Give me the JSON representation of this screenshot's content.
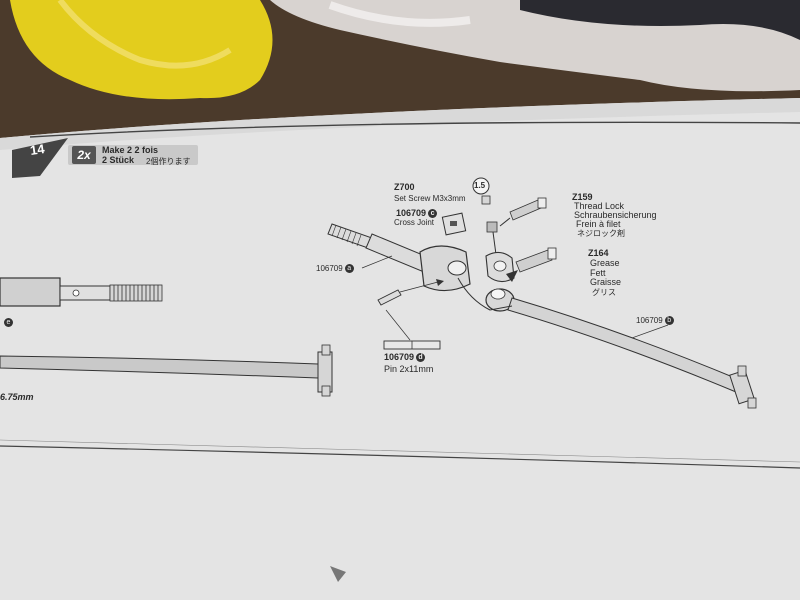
{
  "step": {
    "number": "14",
    "multiplier": "2x",
    "make_line1": "Make 2   2 fois",
    "make_line2": "2 Stück",
    "make_jp": "2個作ります"
  },
  "parts": {
    "set_screw": {
      "code": "Z700",
      "name": "Set Screw M3x3mm",
      "tool": "1.5"
    },
    "cross_joint": {
      "code": "106709",
      "letter": "c",
      "name": "Cross Joint"
    },
    "shaft_a": {
      "code": "106709",
      "letter": "a"
    },
    "shaft_b": {
      "code": "106709",
      "letter": "b"
    },
    "pin": {
      "code": "106709",
      "letter": "d",
      "name": "Pin 2x11mm"
    },
    "left_letter": "e",
    "left_dim": "6.75mm"
  },
  "thread_lock": {
    "code": "Z159",
    "en": "Thread Lock",
    "de": "Schraubensicherung",
    "fr": "Frein à filet",
    "jp": "ネジロック剤"
  },
  "grease": {
    "code": "Z164",
    "en": "Grease",
    "de": "Fett",
    "fr": "Graisse",
    "jp": "グリス"
  },
  "colors": {
    "page": "#e6e6e6",
    "ink": "#2a2a2a",
    "badge": "#c9c9c9",
    "yellow_bag": "#e8d21a",
    "table": "#4a3a2c"
  }
}
